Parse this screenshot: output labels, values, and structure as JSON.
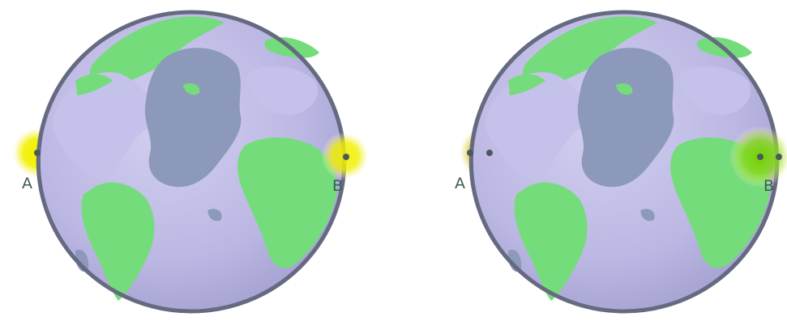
{
  "colors": {
    "ocean": "#b9b6e2",
    "land": "#74dc7a",
    "dark_water": "#8c99bb",
    "rim": "#656a80",
    "glow": "#f4f000",
    "point": "#4a5a5a",
    "label": "#3f5a5a"
  },
  "panels": [
    {
      "id": "left",
      "point_a": {
        "label": "A"
      },
      "point_b": {
        "label": "B"
      }
    },
    {
      "id": "right",
      "point_a": {
        "label": "A"
      },
      "point_b": {
        "label": "B"
      }
    }
  ]
}
